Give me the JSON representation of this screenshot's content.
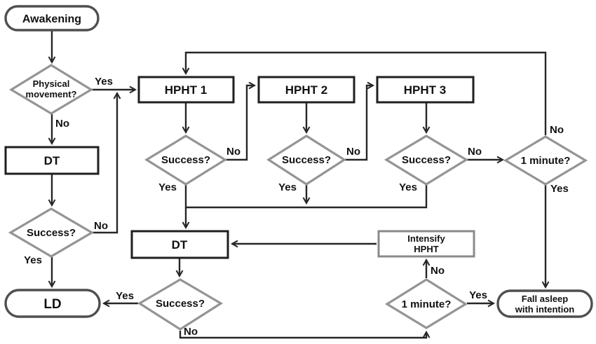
{
  "diagram_type": "flowchart",
  "labels": {
    "yes": "Yes",
    "no": "No"
  },
  "nodes": {
    "awakening": "Awakening",
    "physical_movement": {
      "line1": "Physical",
      "line2": "movement?"
    },
    "dt1": "DT",
    "success_left": "Success?",
    "ld": "LD",
    "hpht1": "HPHT 1",
    "hpht2": "HPHT 2",
    "hpht3": "HPHT 3",
    "success1": "Success?",
    "success2": "Success?",
    "success3": "Success?",
    "one_minute_top": "1 minute?",
    "dt2": "DT",
    "intensify_hpht": {
      "line1": "Intensify",
      "line2": "HPHT"
    },
    "success_bottom": "Success?",
    "one_minute_bottom": "1 minute?",
    "fall_asleep": {
      "line1": "Fall asleep",
      "line2": "with intention"
    }
  },
  "edges": [
    {
      "from": "awakening",
      "to": "physical_movement",
      "label": ""
    },
    {
      "from": "physical_movement",
      "to": "hpht1",
      "label": "Yes"
    },
    {
      "from": "physical_movement",
      "to": "dt1",
      "label": "No"
    },
    {
      "from": "dt1",
      "to": "success_left",
      "label": ""
    },
    {
      "from": "success_left",
      "to": "hpht1",
      "label": "No"
    },
    {
      "from": "success_left",
      "to": "ld",
      "label": "Yes"
    },
    {
      "from": "hpht1",
      "to": "success1",
      "label": ""
    },
    {
      "from": "success1",
      "to": "hpht2",
      "label": "No"
    },
    {
      "from": "success1",
      "to": "dt2",
      "label": "Yes"
    },
    {
      "from": "hpht2",
      "to": "success2",
      "label": ""
    },
    {
      "from": "success2",
      "to": "hpht3",
      "label": "No"
    },
    {
      "from": "success2",
      "to": "dt2",
      "label": "Yes"
    },
    {
      "from": "hpht3",
      "to": "success3",
      "label": ""
    },
    {
      "from": "success3",
      "to": "one_minute_top",
      "label": "No"
    },
    {
      "from": "success3",
      "to": "dt2",
      "label": "Yes"
    },
    {
      "from": "one_minute_top",
      "to": "hpht1",
      "label": "No"
    },
    {
      "from": "one_minute_top",
      "to": "fall_asleep",
      "label": "Yes"
    },
    {
      "from": "dt2",
      "to": "success_bottom",
      "label": ""
    },
    {
      "from": "success_bottom",
      "to": "ld",
      "label": "Yes"
    },
    {
      "from": "success_bottom",
      "to": "one_minute_bottom",
      "label": "No"
    },
    {
      "from": "one_minute_bottom",
      "to": "intensify_hpht",
      "label": "No"
    },
    {
      "from": "one_minute_bottom",
      "to": "fall_asleep",
      "label": "Yes"
    },
    {
      "from": "intensify_hpht",
      "to": "dt2",
      "label": ""
    }
  ],
  "colors": {
    "background": "#ffffff",
    "line": "#262626",
    "process_border": "#1f1f1f",
    "terminator_border": "#4f4f4f",
    "decision_border": "#949494",
    "intensify_border": "#8a8a8a",
    "text": "#111111"
  }
}
